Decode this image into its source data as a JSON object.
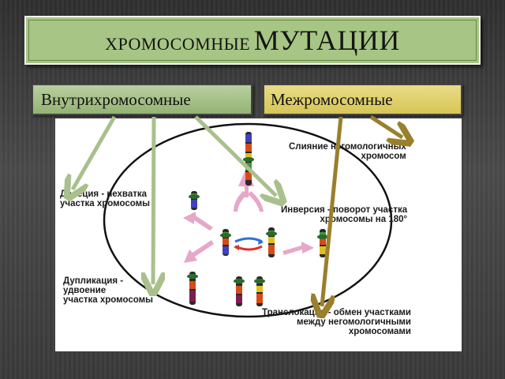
{
  "slide": {
    "title_small": "ХРОМОСОМНЫЕ",
    "title_big": "МУТАЦИИ"
  },
  "tabs": {
    "intra": "Внутрихромосомные",
    "inter": "Межромосомные"
  },
  "diagram": {
    "fusion": "Слияние негомологичных\nхромосом",
    "deletion": "Делеция - нехватка\nучастка хромосомы",
    "inversion": "Инверсия - поворот участка\nхромосомы на 180°",
    "duplication": "Дупликация -\nудвоение\nучастка хромосомы",
    "translocation": "Транслокация - обмен участками\nмежду негомологичными\nхромосомами"
  },
  "colors": {
    "title_fill": "#a7c584",
    "tab_intra": "#a6c386",
    "tab_inter": "#e0d06c",
    "arrow_green": "#a9c08c",
    "arrow_olive": "#9a7f2c",
    "arrow_pink": "#e6a7c9"
  }
}
